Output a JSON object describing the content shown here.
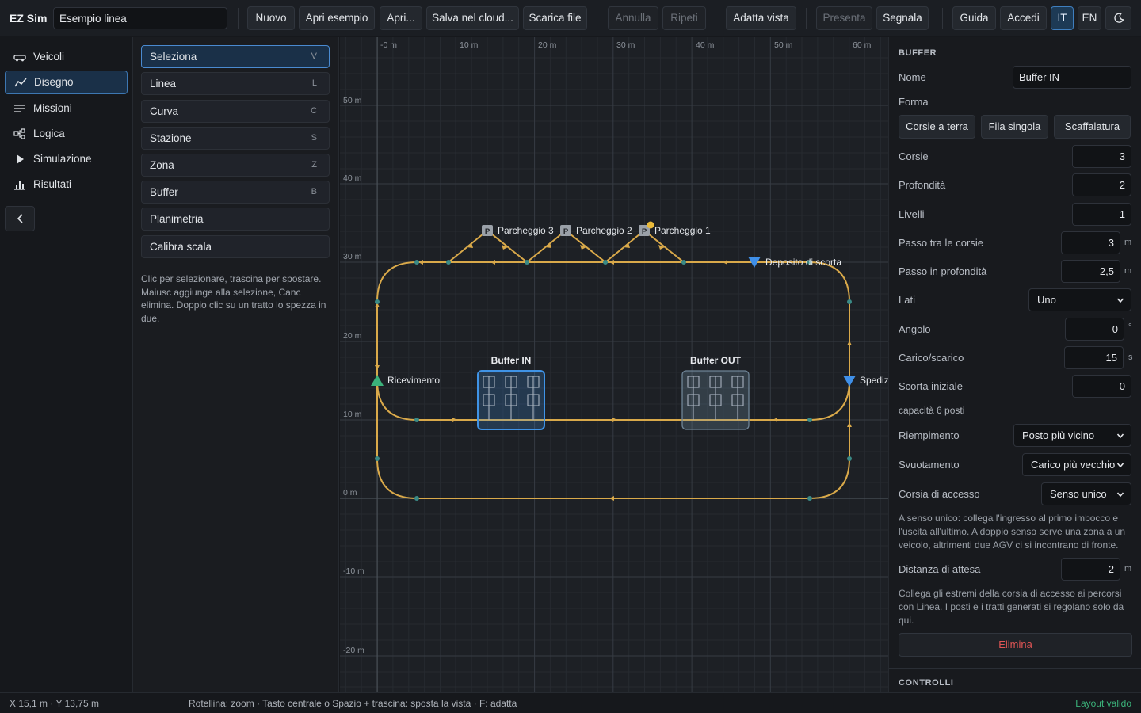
{
  "app": {
    "name": "EZ Sim",
    "document_title": "Esempio linea"
  },
  "toolbar": {
    "new": "Nuovo",
    "open_example": "Apri esempio",
    "open": "Apri...",
    "save_cloud": "Salva nel cloud...",
    "download": "Scarica file",
    "undo": "Annulla",
    "redo": "Ripeti",
    "fit_view": "Adatta vista",
    "present": "Presenta",
    "report": "Segnala",
    "guide": "Guida",
    "login": "Accedi",
    "lang_it": "IT",
    "lang_en": "EN",
    "theme_icon": "moon-icon"
  },
  "nav": {
    "items": [
      {
        "label": "Veicoli",
        "icon": "vehicle-icon"
      },
      {
        "label": "Disegno",
        "icon": "draw-icon"
      },
      {
        "label": "Missioni",
        "icon": "missions-icon"
      },
      {
        "label": "Logica",
        "icon": "logic-icon"
      },
      {
        "label": "Simulazione",
        "icon": "play-icon"
      },
      {
        "label": "Risultati",
        "icon": "chart-icon"
      }
    ],
    "active": "Disegno"
  },
  "tools": {
    "items": [
      {
        "label": "Seleziona",
        "key": "V"
      },
      {
        "label": "Linea",
        "key": "L"
      },
      {
        "label": "Curva",
        "key": "C"
      },
      {
        "label": "Stazione",
        "key": "S"
      },
      {
        "label": "Zona",
        "key": "Z"
      },
      {
        "label": "Buffer",
        "key": "B"
      },
      {
        "label": "Planimetria",
        "key": ""
      },
      {
        "label": "Calibra scala",
        "key": ""
      }
    ],
    "hint": "Clic per selezionare, trascina per spostare. Maiusc aggiunge alla selezione, Canc elimina. Doppio clic su un tratto lo spezza in due."
  },
  "canvas": {
    "x_ticks": [
      "-0 m",
      "10 m",
      "20 m",
      "30 m",
      "40 m",
      "50 m",
      "60 m"
    ],
    "y_ticks": [
      "50 m",
      "40 m",
      "30 m",
      "20 m",
      "10 m",
      "0 m",
      "-10 m",
      "-20 m"
    ],
    "labels": {
      "parking3": "Parcheggio 3",
      "parking2": "Parcheggio 2",
      "parking1": "Parcheggio 1",
      "parking_badge": "P",
      "storage": "Deposito di scorta",
      "receiving": "Ricevimento",
      "shipping": "Spediz",
      "buffer_in": "Buffer IN",
      "buffer_out": "Buffer OUT"
    },
    "colors": {
      "path": "#d9a94a",
      "node": "#3a8a86",
      "grid": "#2c3037",
      "grid_major": "#3b4048",
      "selected": "#3f93e6",
      "station_green": "#3bb27a",
      "station_blue": "#3f8fe8"
    }
  },
  "props": {
    "section_title": "BUFFER",
    "name_label": "Nome",
    "name_value": "Buffer IN",
    "shape_label": "Forma",
    "shape_options": [
      "Corsie a terra",
      "Fila singola",
      "Scaffalatura"
    ],
    "fields": [
      {
        "label": "Corsie",
        "value": "3",
        "unit": ""
      },
      {
        "label": "Profondità",
        "value": "2",
        "unit": ""
      },
      {
        "label": "Livelli",
        "value": "1",
        "unit": ""
      },
      {
        "label": "Passo tra le corsie",
        "value": "3",
        "unit": "m"
      },
      {
        "label": "Passo in profondità",
        "value": "2,5",
        "unit": "m"
      }
    ],
    "sides_label": "Lati",
    "sides_value": "Uno",
    "angle_label": "Angolo",
    "angle_value": "0",
    "angle_unit": "°",
    "load_label": "Carico/scarico",
    "load_value": "15",
    "load_unit": "s",
    "initial_label": "Scorta iniziale",
    "initial_value": "0",
    "capacity": "capacità 6 posti",
    "fill_label": "Riempimento",
    "fill_value": "Posto più vicino",
    "empty_label": "Svuotamento",
    "empty_value": "Carico più vecchio",
    "aisle_label": "Corsia di accesso",
    "aisle_value": "Senso unico",
    "aisle_hint": "A senso unico: collega l'ingresso al primo imbocco e l'uscita all'ultimo. A doppio senso serve una zona a un veicolo, altrimenti due AGV ci si incontrano di fronte.",
    "wait_label": "Distanza di attesa",
    "wait_value": "2",
    "wait_unit": "m",
    "link_hint": "Collega gli estremi della corsia di accesso ai percorsi con Linea. I posti e i tratti generati si regolano solo da qui.",
    "delete": "Elimina",
    "controls_title": "CONTROLLI"
  },
  "status": {
    "coords": "X 15,1 m · Y 13,75 m",
    "hint": "Rotellina: zoom · Tasto centrale o Spazio + trascina: sposta la vista · F: adatta",
    "validity": "Layout valido",
    "validity_color": "#3bb27a"
  }
}
